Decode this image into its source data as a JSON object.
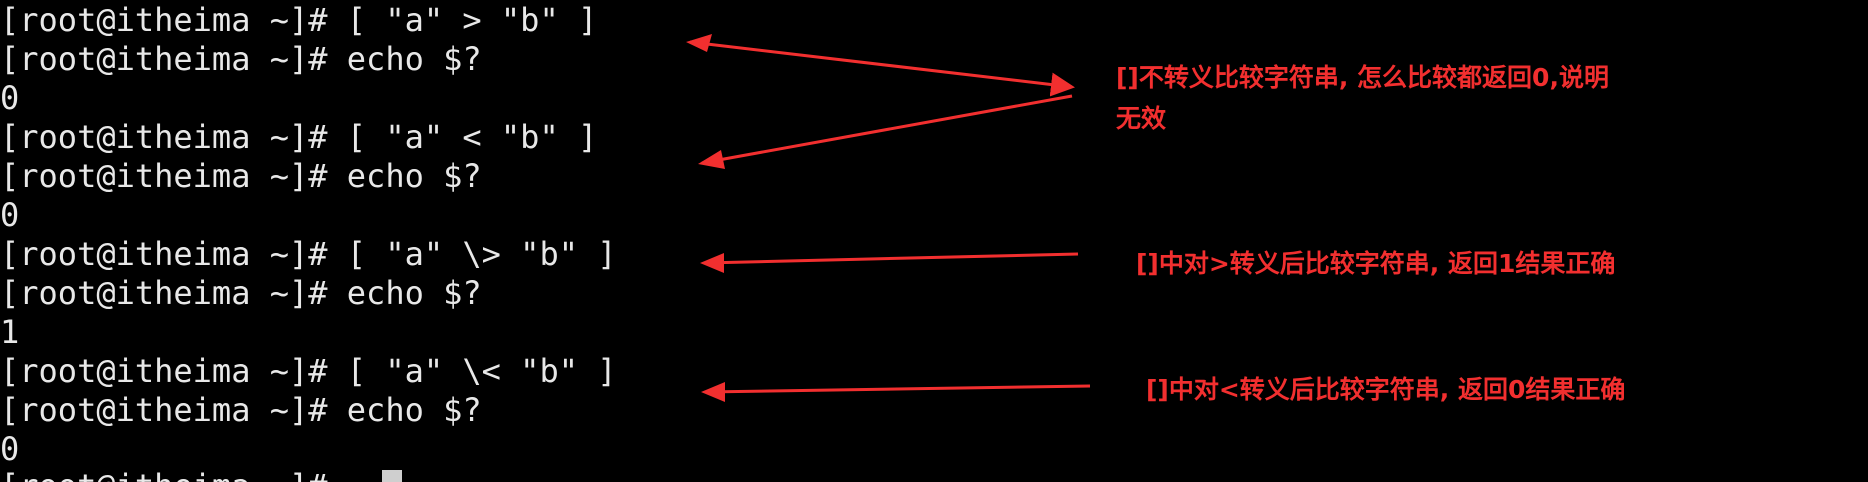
{
  "terminal": {
    "lines": [
      "[root@itheima ~]# [ \"a\" > \"b\" ]",
      "[root@itheima ~]# echo $?",
      "0",
      "[root@itheima ~]# [ \"a\" < \"b\" ]",
      "[root@itheima ~]# echo $?",
      "0",
      "[root@itheima ~]# [ \"a\" \\> \"b\" ]",
      "[root@itheima ~]# echo $?",
      "1",
      "[root@itheima ~]# [ \"a\" \\< \"b\" ]",
      "[root@itheima ~]# echo $?",
      "0"
    ],
    "partial_prompt": "[root@itheima ~]#"
  },
  "annotations": {
    "note1_line1": "[]不转义比较字符串, 怎么比较都返回0,说明",
    "note1_line2": "无效",
    "note2": "[]中对>转义后比较字符串, 返回1结果正确",
    "note3": "[]中对<转义后比较字符串, 返回0结果正确"
  },
  "colors": {
    "background": "#000000",
    "terminal_text": "#e8e8e8",
    "annotation": "#f22f2f"
  }
}
